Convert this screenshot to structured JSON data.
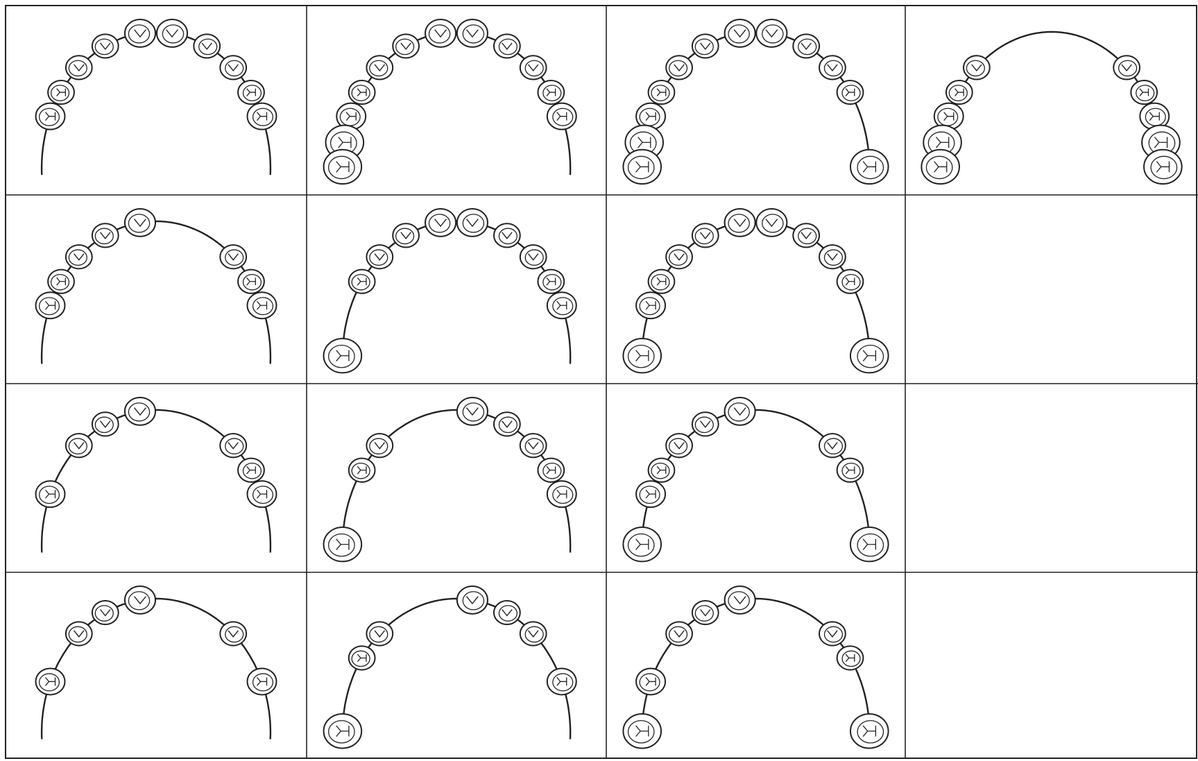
{
  "grid": {
    "rows": 4,
    "cols": 4
  },
  "colors": {
    "ink": "#222222",
    "paper": "#ffffff"
  },
  "panels": [
    {
      "row": 0,
      "col": 0,
      "left": [
        "I2",
        "C",
        "P1",
        "P2"
      ],
      "right": [
        "I2",
        "C",
        "P1",
        "P2"
      ],
      "centrals": true,
      "molar1": "",
      "molar2": ""
    },
    {
      "row": 0,
      "col": 1,
      "left": [
        "I2",
        "C",
        "P1",
        "P2",
        "M1",
        "M2"
      ],
      "right": [
        "I2",
        "C",
        "P1",
        "P2"
      ],
      "centrals": true,
      "molar1": "",
      "molar2": ""
    },
    {
      "row": 0,
      "col": 2,
      "left": [
        "I2",
        "C",
        "P1",
        "P2",
        "M1",
        "M2"
      ],
      "right": [
        "I2",
        "C",
        "P1"
      ],
      "centrals": true,
      "molar1": "",
      "molar2": "right"
    },
    {
      "row": 0,
      "col": 3,
      "left": [
        "C",
        "P1",
        "P2",
        "M1",
        "M2"
      ],
      "right": [
        "C",
        "P1",
        "P2",
        "M1",
        "M2"
      ],
      "centrals": false,
      "molar1": "",
      "molar2": ""
    },
    {
      "row": 1,
      "col": 0,
      "left": [
        "I2",
        "C",
        "P1",
        "P2"
      ],
      "right": [
        "C",
        "P1",
        "P2"
      ],
      "centrals": "left",
      "molar1": "",
      "molar2": ""
    },
    {
      "row": 1,
      "col": 1,
      "left": [
        "I2",
        "C",
        "P1"
      ],
      "right": [
        "I2",
        "C",
        "P1",
        "P2"
      ],
      "centrals": true,
      "molar1": "",
      "molar2": "left"
    },
    {
      "row": 1,
      "col": 2,
      "left": [
        "I2",
        "C",
        "P1",
        "P2"
      ],
      "right": [
        "I2",
        "C",
        "P1"
      ],
      "centrals": true,
      "molar1": "",
      "molar2": "both"
    },
    {
      "row": 1,
      "col": 3,
      "empty": true
    },
    {
      "row": 2,
      "col": 0,
      "left": [
        "I2",
        "C",
        "P2"
      ],
      "right": [
        "C",
        "P1",
        "P2"
      ],
      "centrals": "left",
      "molar1": "",
      "molar2": ""
    },
    {
      "row": 2,
      "col": 1,
      "left": [
        "C",
        "P1"
      ],
      "right": [
        "I2",
        "C",
        "P1",
        "P2"
      ],
      "centrals": "right",
      "molar1": "",
      "molar2": "left"
    },
    {
      "row": 2,
      "col": 2,
      "left": [
        "I2",
        "C",
        "P1",
        "P2"
      ],
      "right": [
        "C",
        "P1"
      ],
      "centrals": "left",
      "molar1": "",
      "molar2": "both"
    },
    {
      "row": 2,
      "col": 3,
      "empty": true
    },
    {
      "row": 3,
      "col": 0,
      "left": [
        "I2",
        "C",
        "P2"
      ],
      "right": [
        "C",
        "P2"
      ],
      "centrals": "left",
      "molar1": "",
      "molar2": ""
    },
    {
      "row": 3,
      "col": 1,
      "left": [
        "C",
        "P1"
      ],
      "right": [
        "I2",
        "C",
        "P2"
      ],
      "centrals": "right",
      "molar1": "",
      "molar2": "left"
    },
    {
      "row": 3,
      "col": 2,
      "left": [
        "I2",
        "C",
        "P2"
      ],
      "right": [
        "C",
        "P1"
      ],
      "centrals": "left",
      "molar1": "",
      "molar2": "both"
    },
    {
      "row": 3,
      "col": 3,
      "empty": true
    }
  ]
}
